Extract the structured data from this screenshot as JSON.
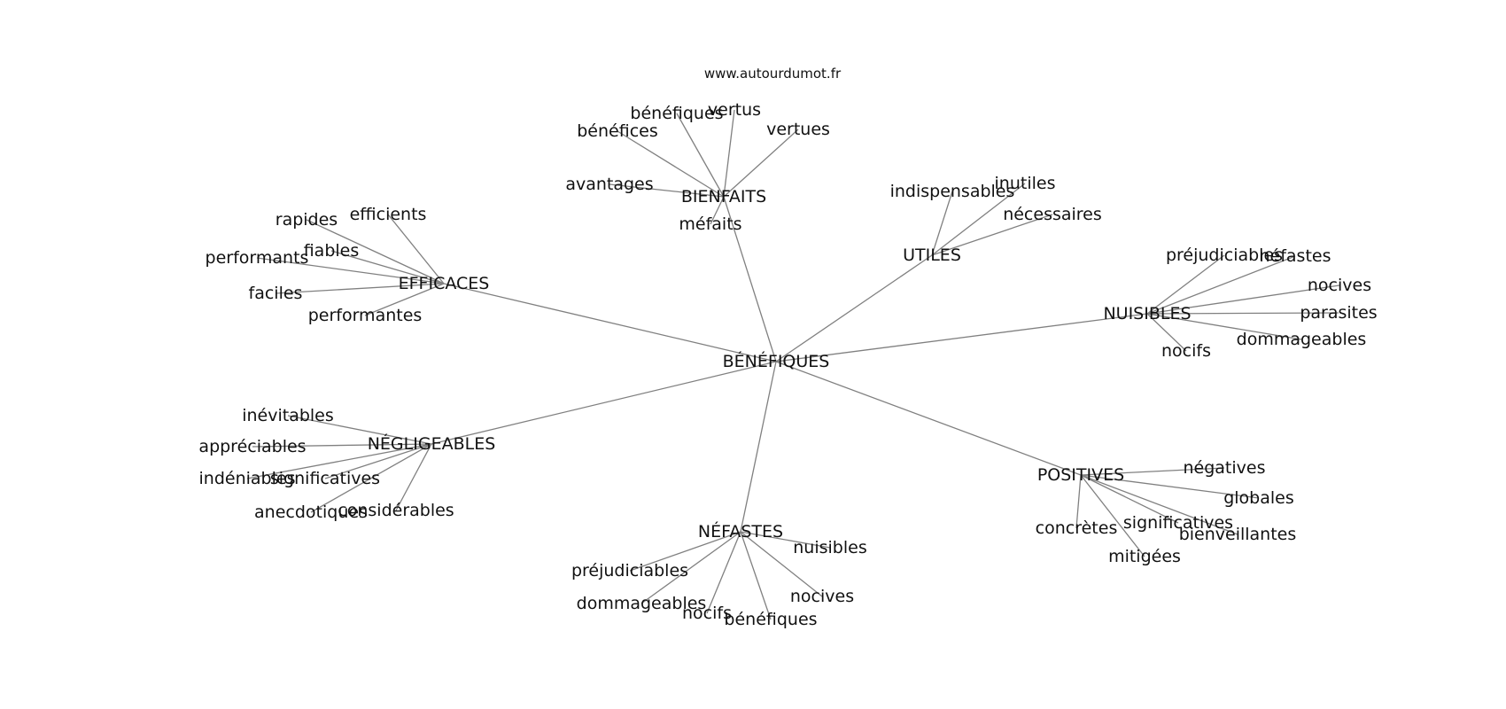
{
  "source": "www.autourdumot.fr",
  "center": "BÉNÉFIQUES",
  "hubs": [
    {
      "id": "bienfaits",
      "label": "BIENFAITS",
      "words": [
        "bénéfiques",
        "vertus",
        "bénéfices",
        "vertues",
        "avantages",
        "méfaits"
      ]
    },
    {
      "id": "utiles",
      "label": "UTILES",
      "words": [
        "indispensables",
        "inutiles",
        "nécessaires"
      ]
    },
    {
      "id": "efficaces",
      "label": "EFFICACES",
      "words": [
        "efficients",
        "rapides",
        "fiables",
        "performants",
        "faciles",
        "performantes"
      ]
    },
    {
      "id": "nuisibles",
      "label": "NUISIBLES",
      "words": [
        "préjudiciables",
        "néfastes",
        "nocives",
        "parasites",
        "dommageables",
        "nocifs"
      ]
    },
    {
      "id": "negligeables",
      "label": "NÉGLIGEABLES",
      "words": [
        "inévitables",
        "appréciables",
        "indéniables",
        "significatives",
        "anecdotiques",
        "considérables"
      ]
    },
    {
      "id": "positives",
      "label": "POSITIVES",
      "words": [
        "négatives",
        "globales",
        "significatives",
        "bienveillantes",
        "concrètes",
        "mitigées"
      ]
    },
    {
      "id": "nefastes",
      "label": "NÉFASTES",
      "words": [
        "nuisibles",
        "préjudiciables",
        "dommageables",
        "nocives",
        "nocifs",
        "bénéfiques"
      ]
    }
  ]
}
